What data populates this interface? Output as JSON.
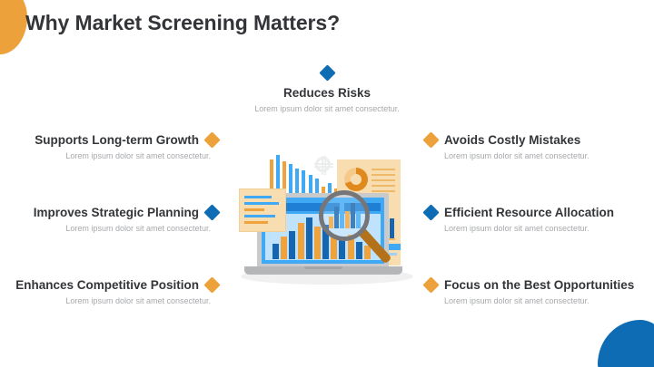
{
  "slide": {
    "title": "Why Market Screening Matters?",
    "background_color": "#ffffff",
    "accent_orange": "#eda13a",
    "accent_blue": "#0d6cb4",
    "heading_color": "#333538",
    "subtitle_color": "#a6a8ab"
  },
  "decor": {
    "top_left_blob": "orange-blob",
    "bottom_right_blob": "blue-blob"
  },
  "items": {
    "top": {
      "label": "Reduces Risks",
      "description": "Lorem ipsum dolor sit amet consectetur.",
      "marker": "blue-diamond",
      "marker_color": "#0d6cb4"
    },
    "left": [
      {
        "label": "Supports Long-term Growth",
        "description": "Lorem ipsum dolor sit amet consectetur.",
        "marker": "orange-diamond",
        "marker_color": "#eda13a"
      },
      {
        "label": "Improves Strategic Planning",
        "description": "Lorem ipsum dolor sit amet consectetur.",
        "marker": "blue-diamond",
        "marker_color": "#0d6cb4"
      },
      {
        "label": "Enhances Competitive Position",
        "description": "Lorem ipsum dolor sit amet consectetur.",
        "marker": "orange-diamond",
        "marker_color": "#eda13a"
      }
    ],
    "right": [
      {
        "label": "Avoids Costly Mistakes",
        "description": "Lorem ipsum dolor sit amet consectetur.",
        "marker": "orange-diamond",
        "marker_color": "#eda13a"
      },
      {
        "label": "Efficient Resource Allocation",
        "description": "Lorem ipsum dolor sit amet consectetur.",
        "marker": "blue-diamond",
        "marker_color": "#0d6cb4"
      },
      {
        "label": "Focus on the Best Opportunities",
        "description": "Lorem ipsum dolor sit amet consectetur.",
        "marker": "orange-diamond",
        "marker_color": "#eda13a"
      }
    ]
  },
  "illustration": {
    "name": "data-analysis-laptop-magnifier",
    "top_chart": {
      "type": "bar",
      "values": [
        30,
        34,
        28,
        26,
        22,
        20,
        16,
        13,
        6,
        9,
        4
      ],
      "colors": [
        "#f0a33c",
        "#3fa9f5",
        "#f0a33c",
        "#3fa9f5",
        "#3fa9f5",
        "#3fa9f5",
        "#3fa9f5",
        "#3fa9f5",
        "#f0a33c",
        "#3fa9f5",
        "#f0a33c"
      ]
    },
    "screen_chart": {
      "type": "bar",
      "values": [
        16,
        24,
        30,
        38,
        44,
        34,
        36,
        26,
        22,
        26,
        18,
        14
      ],
      "colors": [
        "#1565b0",
        "#f0a33c",
        "#1565b0",
        "#f0a33c",
        "#1565b0",
        "#f0a33c",
        "#1565b0",
        "#f0a33c",
        "#1565b0",
        "#f0a33c",
        "#1565b0",
        "#f0a33c"
      ]
    },
    "doc_chart": {
      "type": "bar",
      "values": [
        18,
        30,
        14,
        24,
        38,
        22,
        34,
        20
      ],
      "colors": [
        "#f0a33c",
        "#1565b0",
        "#f0a33c",
        "#1565b0",
        "#f0a33c",
        "#1565b0",
        "#f0a33c",
        "#1565b0"
      ]
    },
    "magnified_chart": {
      "type": "bar",
      "values": [
        12,
        22,
        28,
        18,
        26,
        16
      ],
      "colors": [
        "#f0a33c",
        "#1565b0",
        "#3fa9f5",
        "#f0a33c",
        "#1565b0",
        "#3fa9f5"
      ]
    },
    "left_card_chart": {
      "type": "bar",
      "orientation": "horizontal",
      "widths": [
        30,
        38,
        22,
        34,
        26
      ],
      "colors": [
        "#3fa9f5",
        "#3fa9f5",
        "#f0a33c",
        "#3fa9f5",
        "#f0a33c"
      ]
    },
    "donut_chart": {
      "type": "pie",
      "values": [
        69,
        31
      ],
      "colors": [
        "#e08a1e",
        "#f6c98a"
      ]
    },
    "gear_icon": "gear-icon",
    "magnifier_icon": "magnifier-icon"
  }
}
